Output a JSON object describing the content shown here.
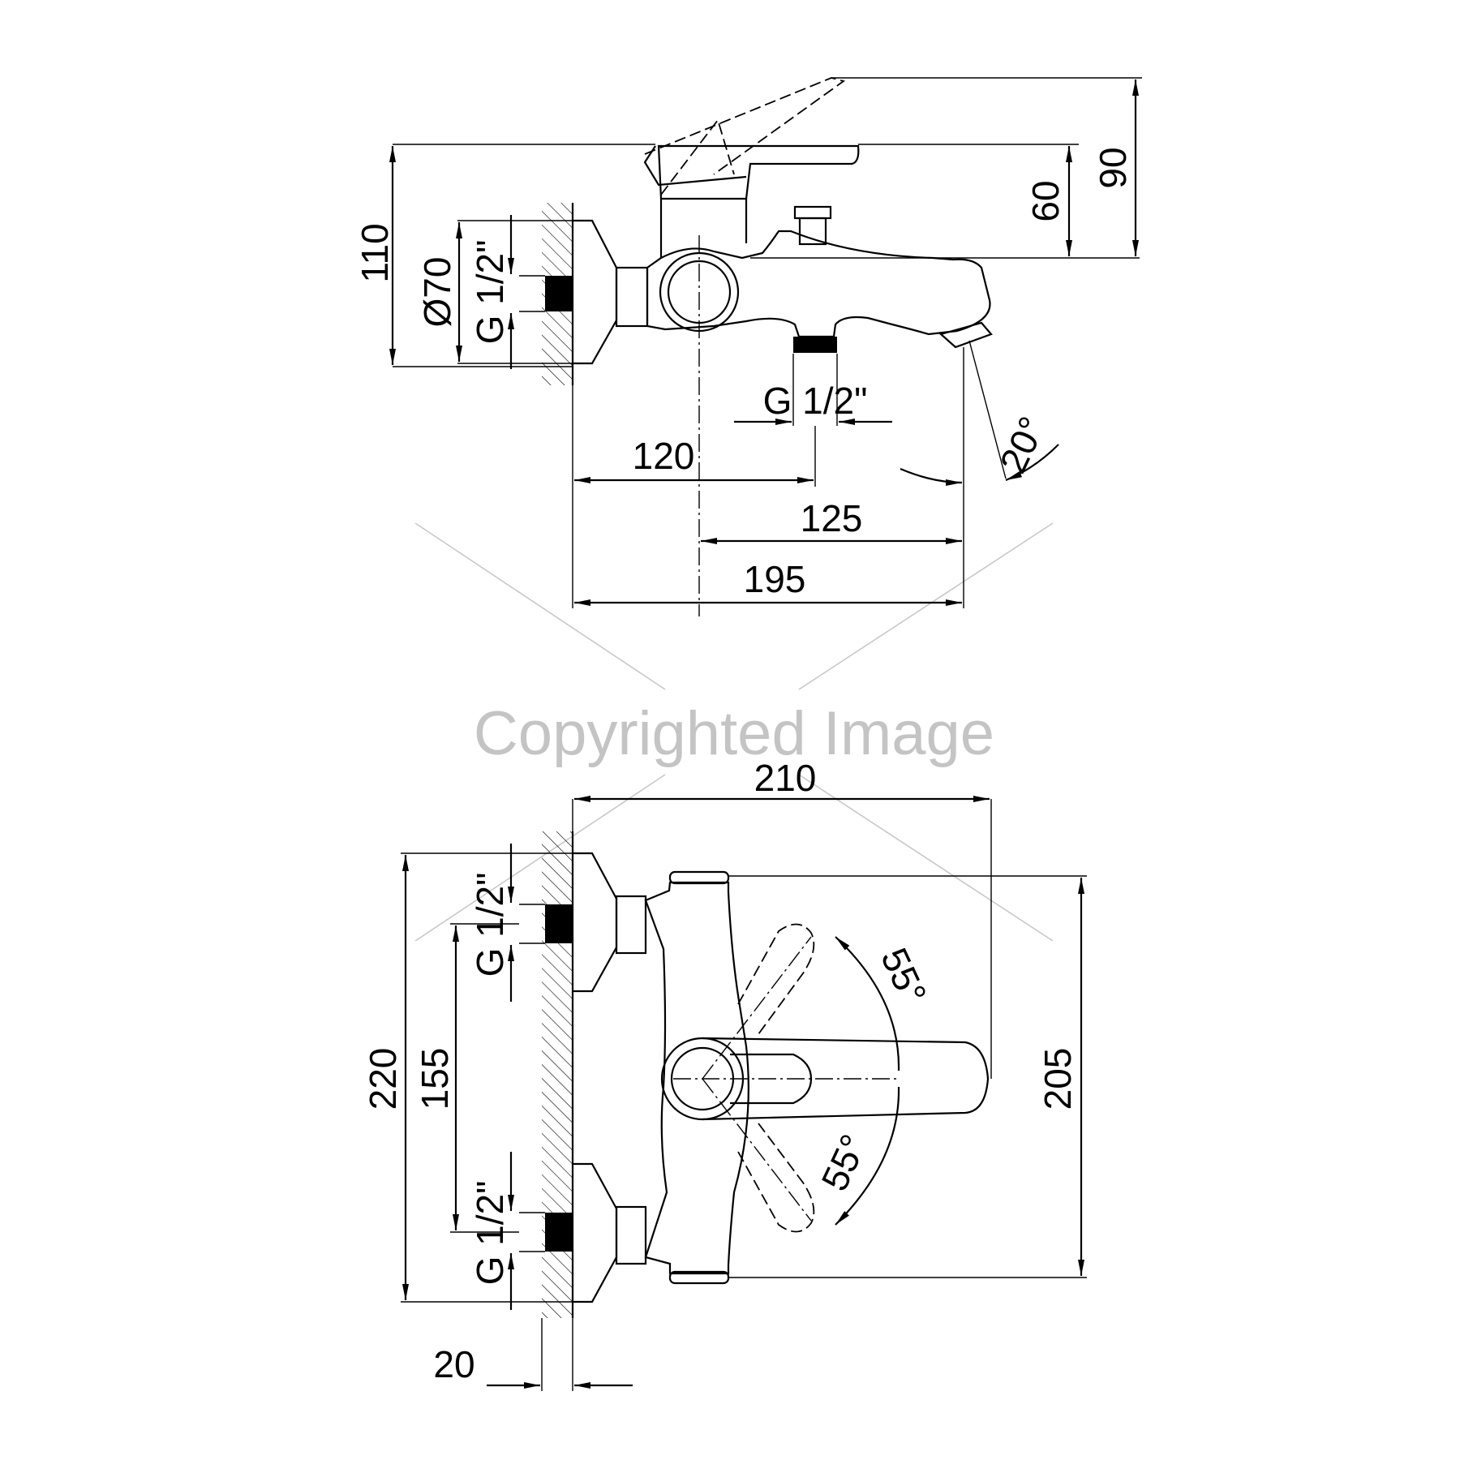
{
  "watermark": "Copyrighted Image",
  "side_view": {
    "dims": {
      "height_110": "110",
      "diameter_70": "Ø70",
      "thread_left": "G 1/2\"",
      "thread_bottom": "G 1/2\"",
      "height_60": "60",
      "height_90": "90",
      "length_120": "120",
      "length_125": "125",
      "length_195": "195",
      "angle_20": "20°"
    }
  },
  "front_view": {
    "dims": {
      "width_210": "210",
      "height_220": "220",
      "spacing_155": "155",
      "height_205": "205",
      "thread_top": "G 1/2\"",
      "thread_bottom": "G 1/2\"",
      "angle_upper": "55°",
      "angle_lower": "55°",
      "wall_20": "20"
    }
  }
}
